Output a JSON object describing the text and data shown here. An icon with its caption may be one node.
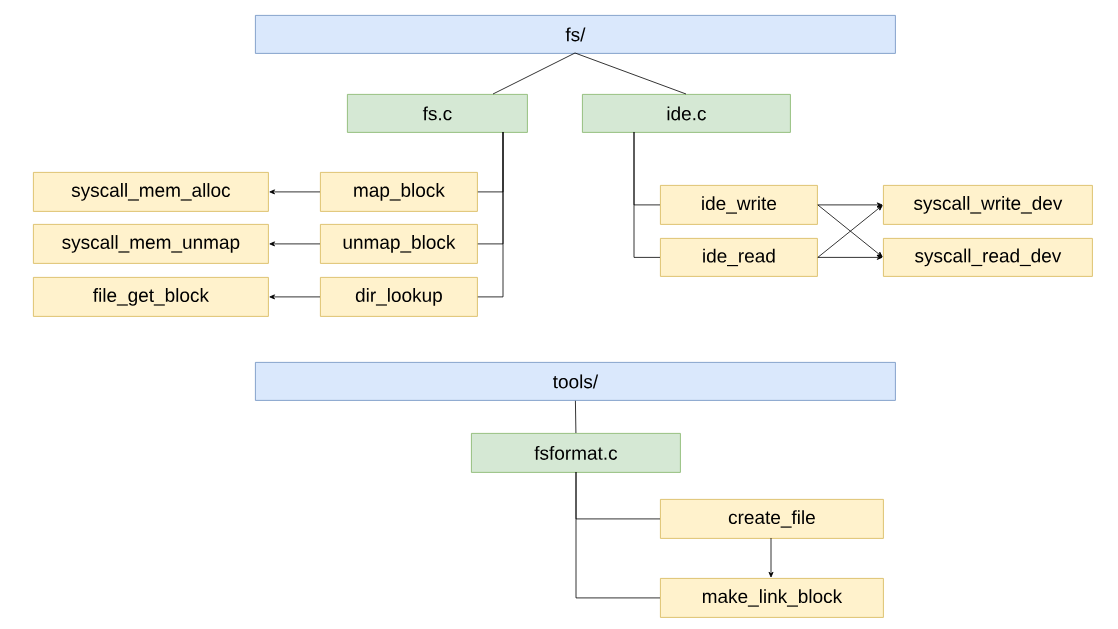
{
  "diagram": {
    "nodes": [
      {
        "text": [
          "fs/"
        ]
      },
      {
        "text": [
          "fs.c"
        ]
      },
      {
        "text": [
          "ide.c"
        ]
      },
      {
        "text": [
          "map_block"
        ]
      },
      {
        "text": [
          "unmap_block"
        ]
      },
      {
        "text": [
          "dir_lookup"
        ]
      },
      {
        "text": [
          "syscall_mem_alloc"
        ]
      },
      {
        "text": [
          "syscall_mem_unmap"
        ]
      },
      {
        "text": [
          "file_get_block"
        ]
      },
      {
        "text": [
          "ide_write"
        ]
      },
      {
        "text": [
          "ide_read"
        ]
      },
      {
        "text": [
          "syscall_write_dev"
        ]
      },
      {
        "text": [
          "syscall_read_dev"
        ]
      },
      {
        "text": [
          "tools/"
        ]
      },
      {
        "text": [
          "fsformat.c"
        ]
      },
      {
        "text": [
          "create_file"
        ]
      },
      {
        "text": [
          "make_link_block"
        ]
      }
    ],
    "edges": [
      {
        "from": 0,
        "to": 1,
        "arrow": "none"
      },
      {
        "from": 0,
        "to": 2,
        "arrow": "none"
      },
      {
        "from": 1,
        "to": 3,
        "arrow": "none"
      },
      {
        "from": 1,
        "to": 4,
        "arrow": "none"
      },
      {
        "from": 1,
        "to": 5,
        "arrow": "none"
      },
      {
        "from": 3,
        "to": 6,
        "arrow": "to"
      },
      {
        "from": 4,
        "to": 7,
        "arrow": "to"
      },
      {
        "from": 5,
        "to": 8,
        "arrow": "to"
      },
      {
        "from": 2,
        "to": 9,
        "arrow": "none"
      },
      {
        "from": 2,
        "to": 10,
        "arrow": "none"
      },
      {
        "from": 9,
        "to": 11,
        "arrow": "to"
      },
      {
        "from": 9,
        "to": 12,
        "arrow": "to"
      },
      {
        "from": 10,
        "to": 11,
        "arrow": "to"
      },
      {
        "from": 10,
        "to": 12,
        "arrow": "to"
      },
      {
        "from": 13,
        "to": 14,
        "arrow": "none"
      },
      {
        "from": 14,
        "to": 15,
        "arrow": "none"
      },
      {
        "from": 14,
        "to": 16,
        "arrow": "none"
      },
      {
        "from": 15,
        "to": 16,
        "arrow": "to"
      }
    ]
  }
}
